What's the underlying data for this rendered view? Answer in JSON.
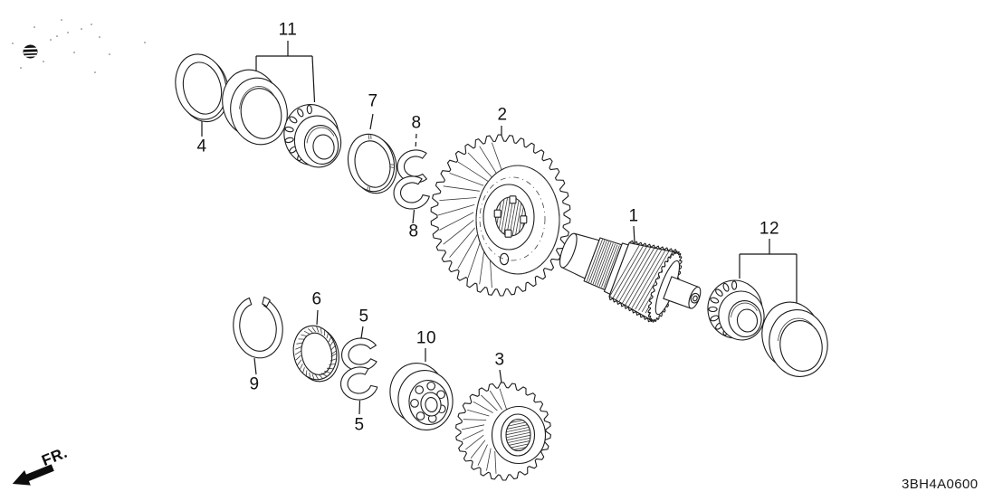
{
  "meta": {
    "diagram_code": "3BH4A0600",
    "direction_label": "FR."
  },
  "parts": {
    "p1": {
      "label": "1"
    },
    "p2": {
      "label": "2"
    },
    "p3": {
      "label": "3"
    },
    "p4": {
      "label": "4"
    },
    "p5": {
      "label": "5"
    },
    "p6": {
      "label": "6"
    },
    "p7": {
      "label": "7"
    },
    "p8": {
      "label": "8"
    },
    "p9": {
      "label": "9"
    },
    "p10": {
      "label": "10"
    },
    "p11": {
      "label": "11"
    },
    "p12": {
      "label": "12"
    }
  }
}
